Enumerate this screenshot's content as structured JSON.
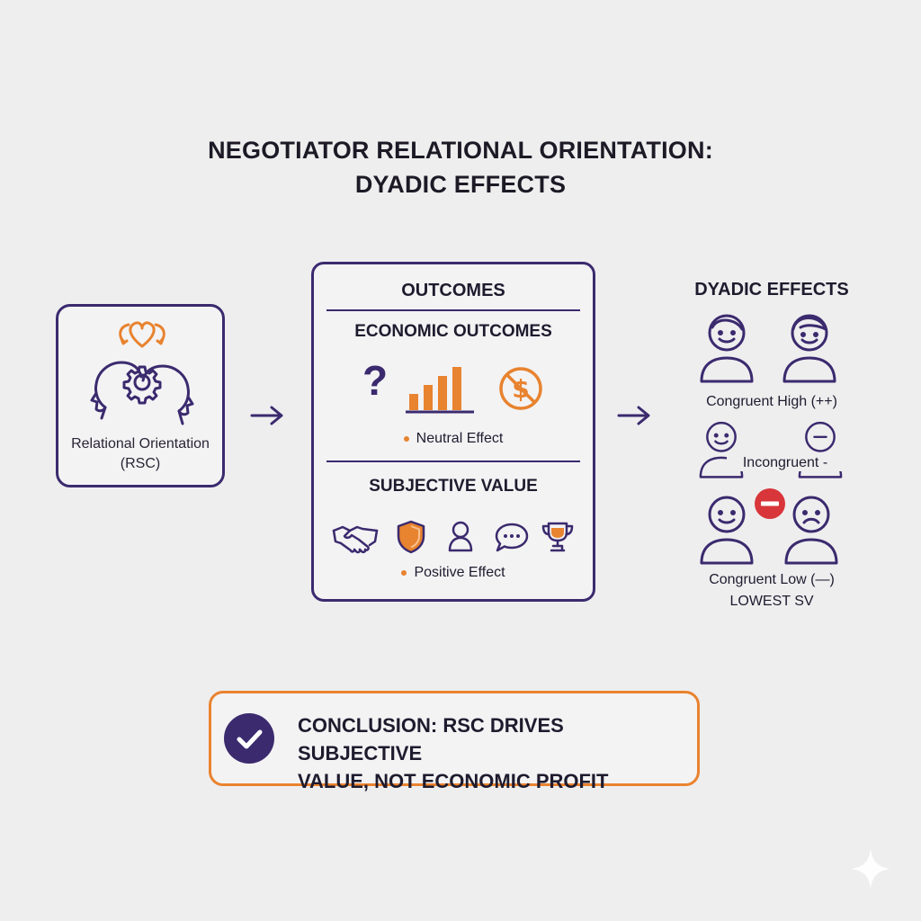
{
  "title": {
    "line1": "NEGOTIATOR RELATIONAL ORIENTATION:",
    "line2": "DYADIC EFFECTS"
  },
  "rsc": {
    "label_line1": "Relational Orientation",
    "label_line2": "(RSC)",
    "icons": [
      "heart-icon",
      "head-profiles-icon",
      "gear-icon"
    ]
  },
  "outcomes": {
    "title": "OUTCOMES",
    "economic": {
      "title": "ECONOMIC OUTCOMES",
      "icon_question": "?",
      "icons": [
        "question-mark-icon",
        "bar-chart-icon",
        "no-dollar-icon"
      ],
      "effect": "Neutral Effect"
    },
    "subjective": {
      "title": "SUBJECTIVE VALUE",
      "icons": [
        "handshake-icon",
        "shield-icon",
        "person-icon",
        "chat-bubble-icon",
        "trophy-icon"
      ],
      "effect": "Positive Effect"
    }
  },
  "dyadic": {
    "title": "DYADIC EFFECTS",
    "congruent_high": "Congruent High (++)",
    "incongruent": "Incongruent -",
    "congruent_low": "Congruent Low (—)",
    "lowest": "LOWEST SV"
  },
  "conclusion": {
    "line1": "CONCLUSION: RSC DRIVES SUBJECTIVE",
    "line2": "VALUE, NOT ECONOMIC PROFIT"
  },
  "colors": {
    "purple": "#3b2a6e",
    "orange": "#e8832f",
    "red": "#d8363a",
    "background": "#eeeeef"
  }
}
